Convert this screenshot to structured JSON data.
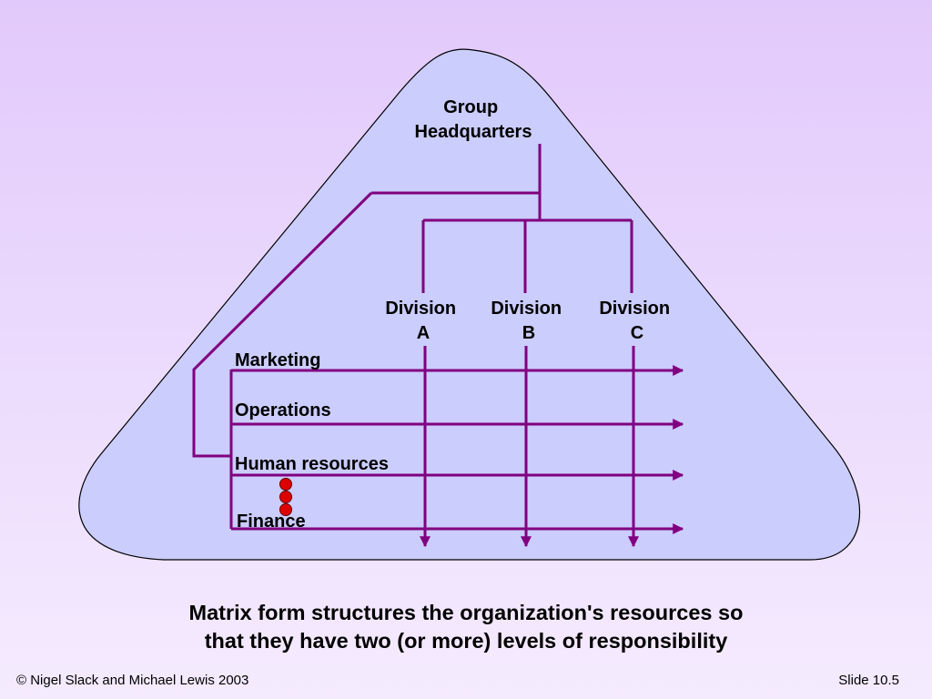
{
  "diagram": {
    "headquarters": [
      "Group",
      "Headquarters"
    ],
    "divisions": [
      {
        "line1": "Division",
        "line2": "A"
      },
      {
        "line1": "Division",
        "line2": "B"
      },
      {
        "line1": "Division",
        "line2": "C"
      }
    ],
    "functions": [
      "Marketing",
      "Operations",
      "Human resources",
      "Finance"
    ],
    "colors": {
      "triangle_fill": "#cbcdfc",
      "line": "#800080",
      "dots": "#dd0000"
    }
  },
  "caption": {
    "line1": "Matrix form structures the organization's resources so",
    "line2": "that they have two (or more) levels of responsibility"
  },
  "footer": {
    "copyright": "© Nigel Slack and Michael Lewis 2003",
    "slide_number": "Slide 10.5"
  }
}
